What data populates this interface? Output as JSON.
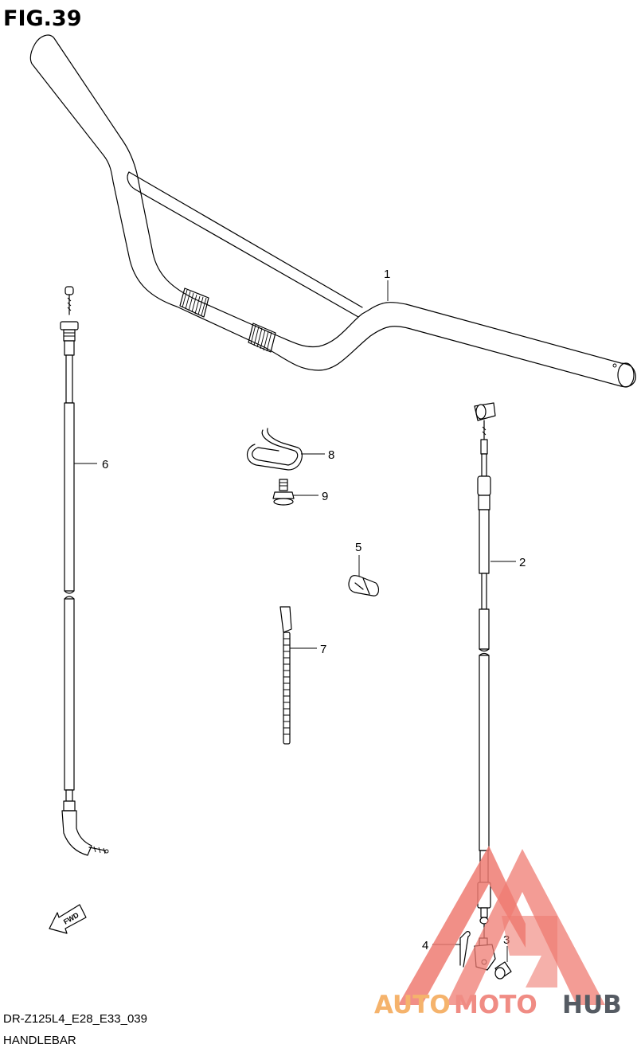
{
  "figure": {
    "title": "FIG.39",
    "model_code": "DR-Z125L4_E28_E33_039",
    "section_name": "HANDLEBAR"
  },
  "parts": [
    {
      "ref": "1",
      "item": "handlebar"
    },
    {
      "ref": "2",
      "item": "cable"
    },
    {
      "ref": "3",
      "item": "pin"
    },
    {
      "ref": "4",
      "item": "cotter-pin"
    },
    {
      "ref": "5",
      "item": "clamp"
    },
    {
      "ref": "6",
      "item": "cable"
    },
    {
      "ref": "7",
      "item": "cable-tie"
    },
    {
      "ref": "8",
      "item": "wire-guide"
    },
    {
      "ref": "9",
      "item": "bolt"
    }
  ],
  "fwd_arrow": {
    "label": "FWD"
  },
  "watermark": {
    "part1": "AUTO",
    "part2": "MOTO",
    "part3": "HUB",
    "colors": {
      "auto": "#f5b36c",
      "moto": "#f08c84",
      "hub": "#555b63",
      "triangle": "#ef7b72"
    }
  }
}
